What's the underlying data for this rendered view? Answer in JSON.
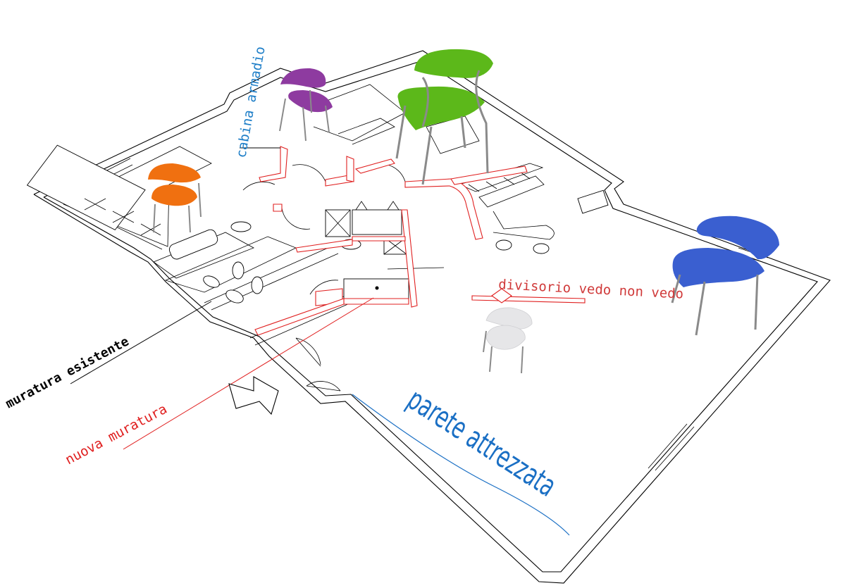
{
  "labels": {
    "cabina": "cabina armadio",
    "divisorio": "divisorio vedo non vedo",
    "esistente": "muratura esistente",
    "nuova": "nuova muratura",
    "parete": "parete attrezzata"
  },
  "colors": {
    "existing_wall": "#000000",
    "new_wall": "#e02020",
    "label_blue": "#1f7fc8",
    "label_red": "#d03a3a",
    "parete_blue": "#1a6fc4",
    "chair_purple": "#8e3ba0",
    "chair_green": "#5cb81a",
    "chair_orange": "#f07010",
    "chair_blue": "#3a5fd0",
    "chair_white": "#e6e6e8",
    "chair_legs": "#8a8a8a"
  },
  "icons": [
    "entrance-arrow-icon",
    "chair-icon"
  ]
}
